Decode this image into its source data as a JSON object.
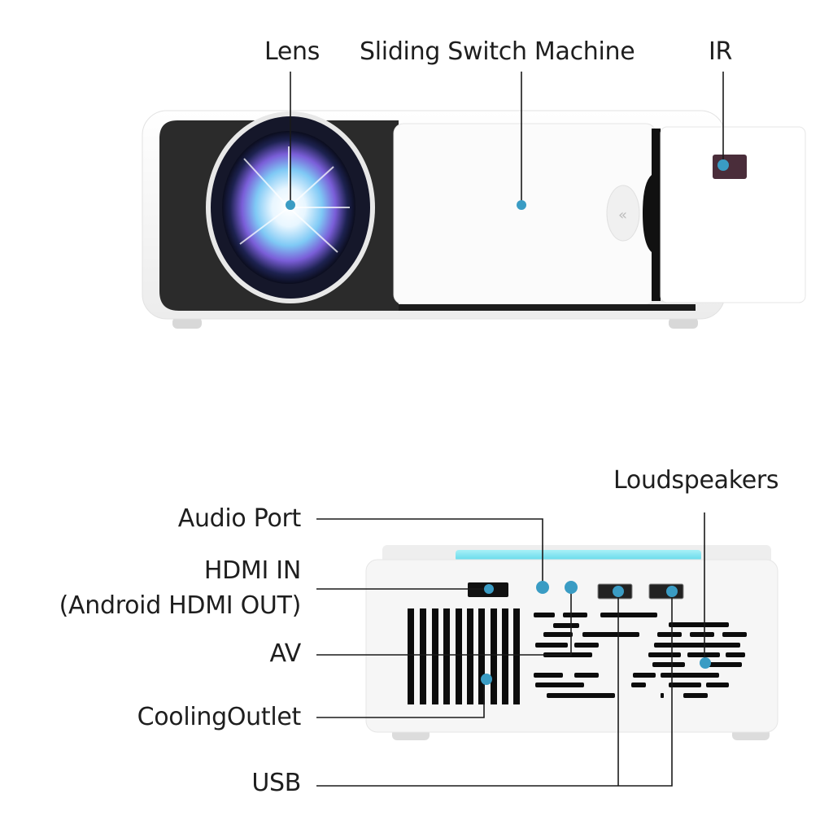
{
  "top_view": {
    "callouts": [
      {
        "id": "lens",
        "label": "Lens"
      },
      {
        "id": "sliding-switch",
        "label": "Sliding Switch Machine"
      },
      {
        "id": "ir",
        "label": "IR"
      }
    ]
  },
  "rear_view": {
    "callouts": [
      {
        "id": "loudspeakers",
        "label": "Loudspeakers"
      },
      {
        "id": "audio-port",
        "label": "Audio Port"
      },
      {
        "id": "hdmi-in",
        "label": "HDMI IN",
        "sublabel": "(Android HDMI OUT)"
      },
      {
        "id": "av",
        "label": "AV"
      },
      {
        "id": "cooling-outlet",
        "label": "CoolingOutlet"
      },
      {
        "id": "usb",
        "label": "USB"
      }
    ]
  },
  "colors": {
    "marker": "#3a9cc4",
    "leader_line": "#1a1a1a",
    "body": "#f4f4f4",
    "lens_housing": "#2a2a2a",
    "accent_glow": "#6fe0ef"
  }
}
